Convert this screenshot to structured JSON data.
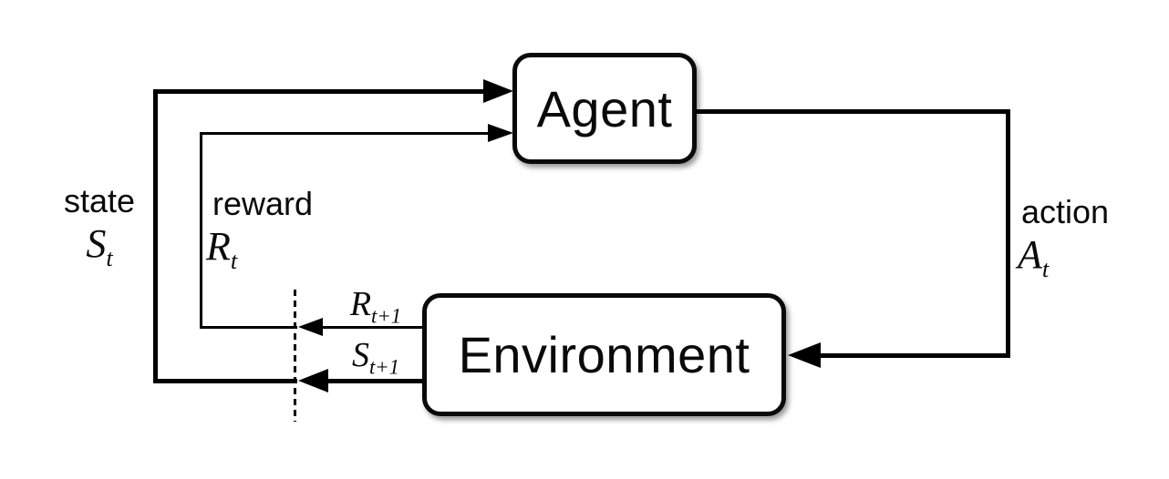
{
  "labels": {
    "agent": "Agent",
    "environment": "Environment",
    "state": {
      "word": "state",
      "base": "S",
      "sub": "t"
    },
    "reward": {
      "word": "reward",
      "base": "R",
      "sub": "t"
    },
    "action": {
      "word": "action",
      "base": "A",
      "sub": "t"
    },
    "next_reward": {
      "base": "R",
      "sub": "t+1"
    },
    "next_state": {
      "base": "S",
      "sub": "t+1"
    }
  },
  "colors": {
    "background": "#ffffff",
    "line": "#000000",
    "box_fill": "#ffffff",
    "box_border": "#0a0a0a",
    "text": "#0a0a0a"
  }
}
